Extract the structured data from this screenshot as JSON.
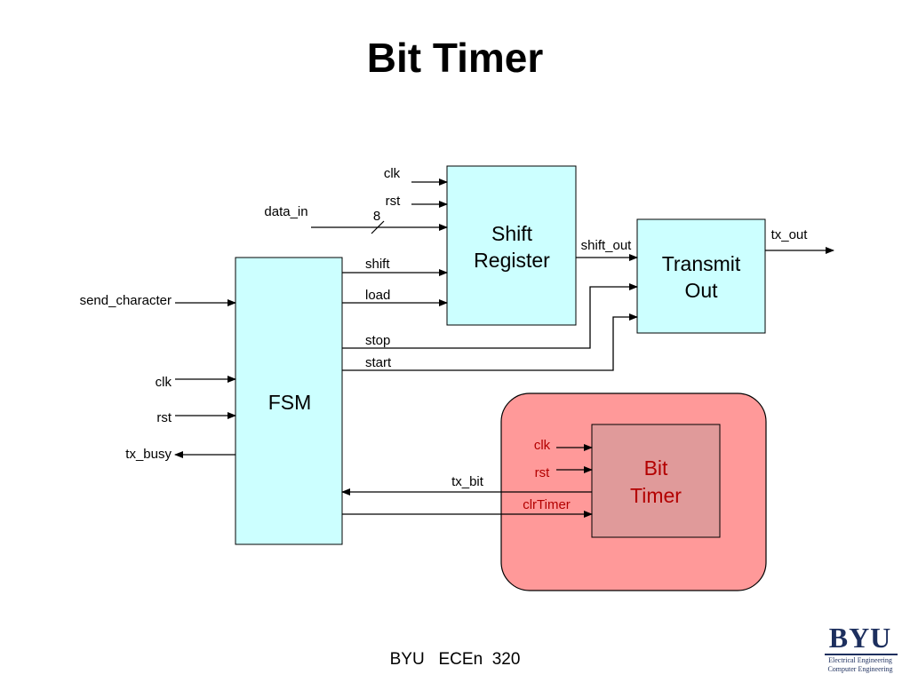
{
  "title": "Bit Timer",
  "blocks": {
    "shift_register": [
      "Shift",
      "Register"
    ],
    "transmit_out": [
      "Transmit",
      "Out"
    ],
    "fsm": "FSM",
    "bit_timer": [
      "Bit",
      "Timer"
    ]
  },
  "signals": {
    "clk_sr": "clk",
    "rst_sr": "rst",
    "data_in": "data_in",
    "bus_width": "8",
    "shift_out": "shift_out",
    "tx_out": "tx_out",
    "shift": "shift",
    "load": "load",
    "stop": "stop",
    "start": "start",
    "send_character": "send_character",
    "clk_fsm": "clk",
    "rst_fsm": "rst",
    "tx_busy": "tx_busy",
    "tx_bit": "tx_bit",
    "clk_bt": "clk",
    "rst_bt": "rst",
    "clrTimer": "clrTimer"
  },
  "footer": "BYU   ECEn  320",
  "logo": {
    "main": "BYU",
    "line1": "Electrical Engineering",
    "line2": "Computer Engineering"
  },
  "colors": {
    "block_fill": "#ccffff",
    "highlight_fill": "#ff9999",
    "bit_timer_fill": "#e09a9a",
    "highlight_text": "#b30000",
    "logo": "#1d2f5e"
  }
}
